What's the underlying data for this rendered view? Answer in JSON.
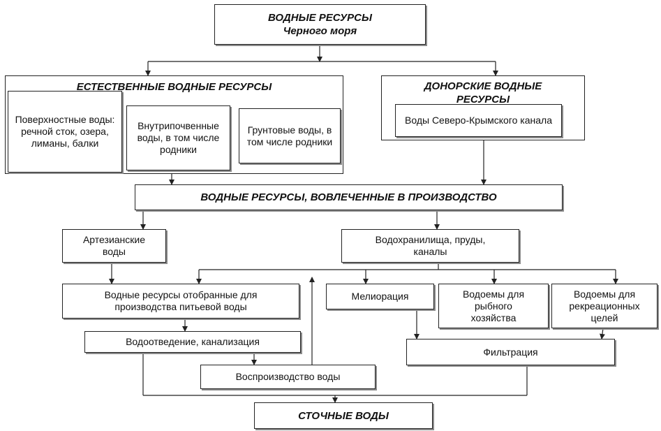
{
  "top": {
    "line1": "ВОДНЫЕ РЕСУРСЫ",
    "line2": "Черного моря"
  },
  "natural": {
    "title": "ЕСТЕСТВЕННЫЕ ВОДНЫЕ РЕСУРСЫ",
    "surface": "Поверхностные воды: речной сток, озера, лиманы, балки",
    "subsoil": "Внутрипочвенные воды, в том числе родники",
    "ground": "Грунтовые воды, в том числе родники"
  },
  "donor": {
    "title": "ДОНОРСКИЕ ВОДНЫЕ РЕСУРСЫ",
    "canal": "Воды Северо-Крымского канала"
  },
  "involved": "ВОДНЫЕ РЕСУРСЫ, ВОВЛЕЧЕННЫЕ В ПРОИЗВОДСТВО",
  "artesian": "Артезианские воды",
  "reservoirs": "Водохранилища, пруды, каналы",
  "drinking": "Водные ресурсы отобранные для производства питьевой воды",
  "melioration": "Мелиорация",
  "fish": "Водоемы для рыбного хозяйства",
  "recreation": "Водоемы для рекреационных целей",
  "sewerage": "Водоотведение, канализация",
  "filtration": "Фильтрация",
  "reproduction": "Воспроизводство воды",
  "wastewater": "СТОЧНЫЕ ВОДЫ"
}
